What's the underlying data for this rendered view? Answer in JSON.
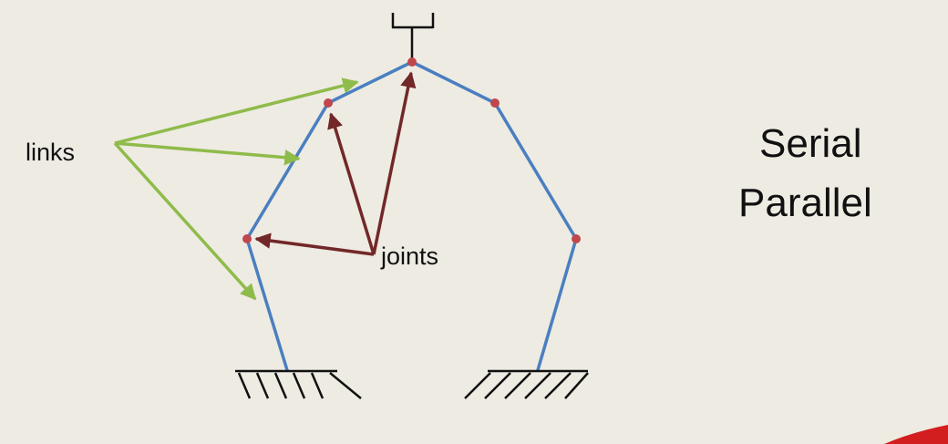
{
  "labels": {
    "links": "links",
    "joints": "joints",
    "serial": "Serial",
    "parallel": "Parallel"
  },
  "colors": {
    "background": "#eeebe3",
    "link_lines": "#4a7fc0",
    "joint_dots": "#c0474b",
    "links_arrows": "#8fbb4a",
    "joints_arrows": "#722828",
    "ground": "#111111",
    "accent_corner": "#d21e1e"
  }
}
